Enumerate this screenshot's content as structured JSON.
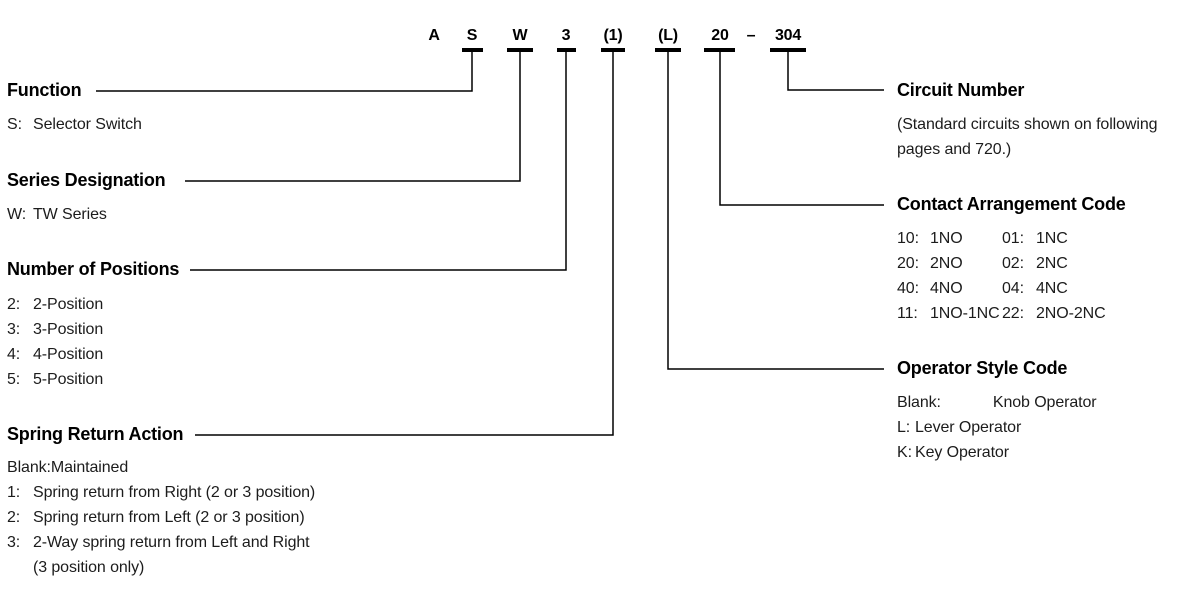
{
  "part_number": {
    "segments": [
      "A",
      "S",
      "W",
      "3",
      "(1)",
      "(L)",
      "20",
      "–",
      "304"
    ]
  },
  "sections": {
    "function": {
      "title": "Function",
      "items": [
        {
          "code": "S:",
          "desc": "Selector Switch"
        }
      ]
    },
    "series": {
      "title": "Series Designation",
      "items": [
        {
          "code": "W:",
          "desc": "TW Series"
        }
      ]
    },
    "positions": {
      "title": "Number of Positions",
      "items": [
        {
          "code": "2:",
          "desc": "2-Position"
        },
        {
          "code": "3:",
          "desc": "3-Position"
        },
        {
          "code": "4:",
          "desc": "4-Position"
        },
        {
          "code": "5:",
          "desc": "5-Position"
        }
      ]
    },
    "spring": {
      "title": "Spring Return Action",
      "items": [
        {
          "code": "Blank:",
          "desc": "Maintained"
        },
        {
          "code": "1:",
          "desc": "Spring return from Right (2 or 3 position)"
        },
        {
          "code": "2:",
          "desc": "Spring return from Left (2 or 3 position)"
        },
        {
          "code": "3:",
          "desc": "2-Way spring return from Left and Right\n(3 position only)"
        }
      ]
    },
    "circuit": {
      "title": "Circuit Number",
      "note": "(Standard circuits shown on following pages and 720.)"
    },
    "contact": {
      "title": "Contact Arrangement Code",
      "rows": [
        {
          "code1": "10:",
          "desc1": "1NO",
          "code2": "01:",
          "desc2": "1NC"
        },
        {
          "code1": "20:",
          "desc1": "2NO",
          "code2": "02:",
          "desc2": "2NC"
        },
        {
          "code1": "40:",
          "desc1": "4NO",
          "code2": "04:",
          "desc2": "4NC"
        },
        {
          "code1": "11:",
          "desc1": "1NO-1NC",
          "code2": "22:",
          "desc2": "2NO-2NC"
        }
      ]
    },
    "operator": {
      "title": "Operator Style Code",
      "items": [
        {
          "code": "Blank:",
          "desc": "Knob Operator"
        },
        {
          "code": "L:",
          "desc": "Lever Operator"
        },
        {
          "code": "K:",
          "desc": "Key Operator"
        }
      ]
    }
  },
  "colors": {
    "heading": "#000000",
    "text": "#1c1c1c",
    "line": "#000000",
    "background": "#ffffff"
  }
}
